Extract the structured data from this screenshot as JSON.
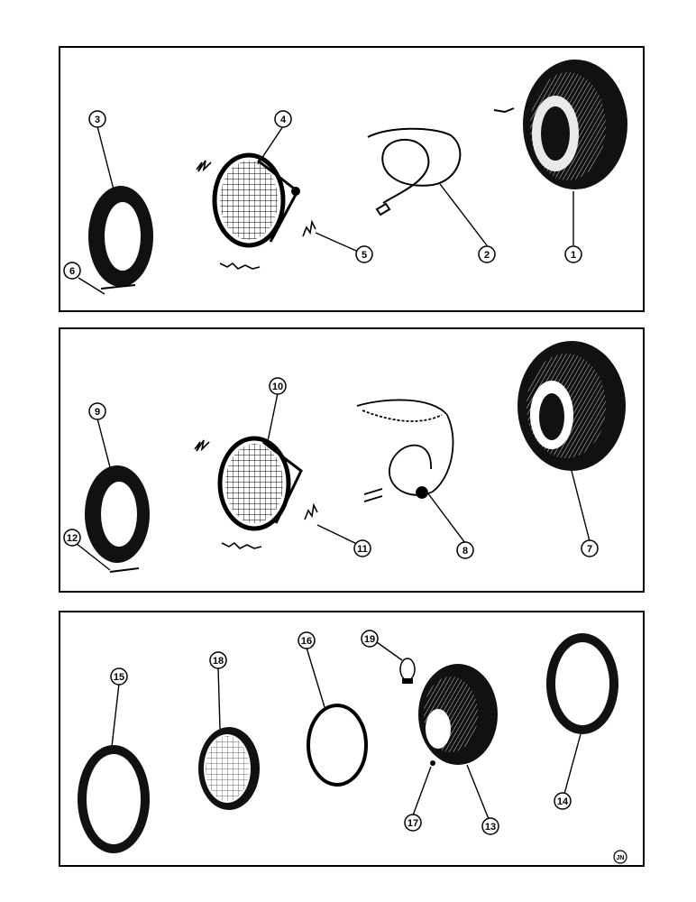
{
  "panels": [
    {
      "name": "panel-top",
      "callouts": [
        "3",
        "4",
        "5",
        "6",
        "2",
        "1"
      ]
    },
    {
      "name": "panel-middle",
      "callouts": [
        "9",
        "10",
        "11",
        "12",
        "8",
        "7"
      ]
    },
    {
      "name": "panel-bottom",
      "callouts": [
        "15",
        "18",
        "16",
        "19",
        "17",
        "13",
        "14"
      ]
    }
  ],
  "mark": {
    "initials": "JN"
  },
  "colors": {
    "ink": "#000000",
    "paper": "#ffffff"
  }
}
